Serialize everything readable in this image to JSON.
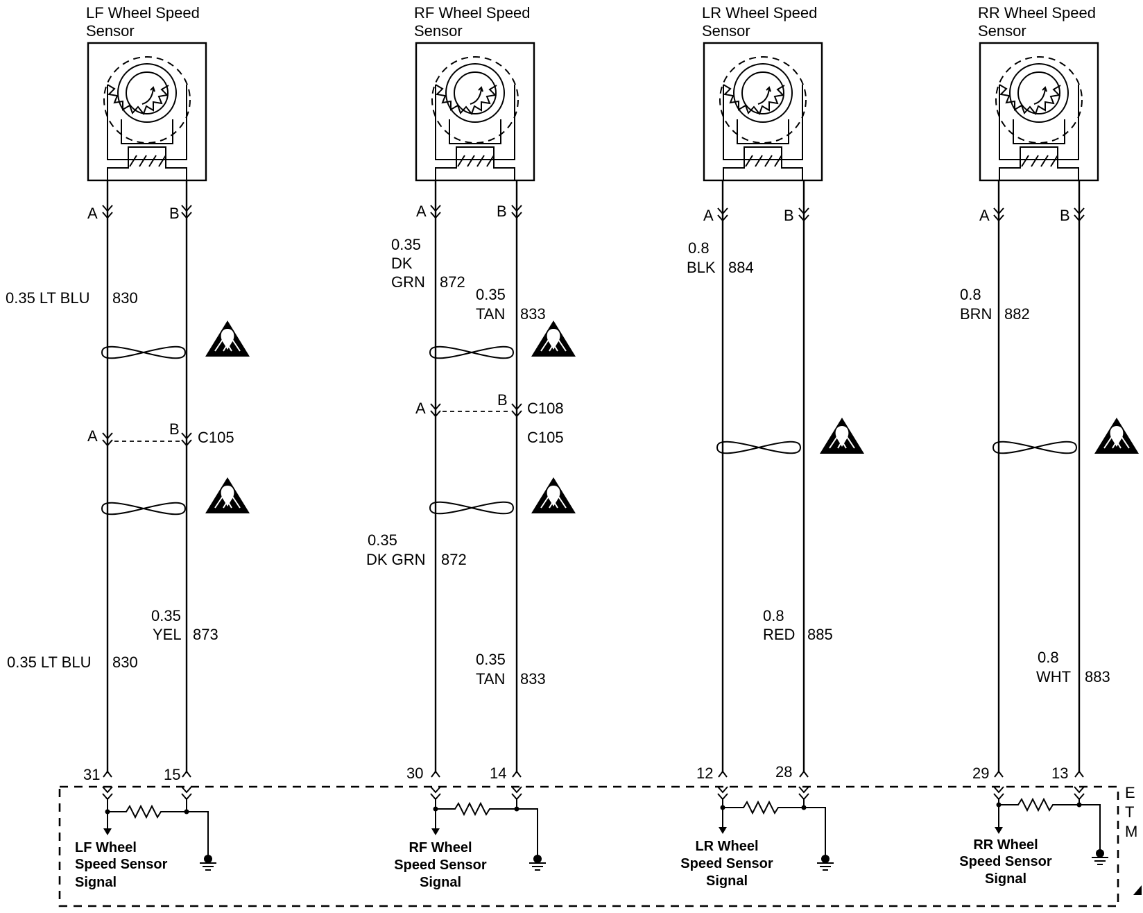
{
  "sensors": [
    {
      "title_line1": "LF Wheel Speed",
      "title_line2": "Sensor",
      "pin_a": "A",
      "pin_b": "B"
    },
    {
      "title_line1": "RF Wheel Speed",
      "title_line2": "Sensor",
      "pin_a": "A",
      "pin_b": "B"
    },
    {
      "title_line1": "LR Wheel Speed",
      "title_line2": "Sensor",
      "pin_a": "A",
      "pin_b": "B"
    },
    {
      "title_line1": "RR Wheel Speed",
      "title_line2": "Sensor",
      "pin_a": "A",
      "pin_b": "B"
    }
  ],
  "wires": {
    "lf_a_top": {
      "size_color": "0.35 LT BLU",
      "circuit": "830"
    },
    "lf_a_bottom": {
      "size_color": "0.35 LT BLU",
      "circuit": "830"
    },
    "lf_b_bottom": {
      "size": "0.35",
      "color": "YEL",
      "circuit": "873"
    },
    "rf_a_top": {
      "size": "0.35",
      "color_line1": "DK",
      "color_line2": "GRN",
      "circuit": "872"
    },
    "rf_b_top": {
      "size": "0.35",
      "color": "TAN",
      "circuit": "833"
    },
    "rf_a_bottom": {
      "size": "0.35",
      "color": "DK GRN",
      "circuit": "872"
    },
    "rf_b_bottom": {
      "size": "0.35",
      "color": "TAN",
      "circuit": "833"
    },
    "lr_a": {
      "size": "0.8",
      "color": "BLK",
      "circuit": "884"
    },
    "lr_b": {
      "size": "0.8",
      "color": "RED",
      "circuit": "885"
    },
    "rr_a": {
      "size": "0.8",
      "color": "BRN",
      "circuit": "882"
    },
    "rr_b": {
      "size": "0.8",
      "color": "WHT",
      "circuit": "883"
    }
  },
  "connectors": {
    "lf": {
      "pin_a": "A",
      "pin_b": "B",
      "name": "C105"
    },
    "rf": {
      "pin_a": "A",
      "pin_b": "B",
      "name": "C108",
      "name2": "C105"
    }
  },
  "module_pins": {
    "lf": {
      "a": "31",
      "b": "15"
    },
    "rf": {
      "a": "30",
      "b": "14"
    },
    "lr": {
      "a": "12",
      "b": "28"
    },
    "rr": {
      "a": "29",
      "b": "13"
    }
  },
  "module_signals": [
    {
      "line1": "LF Wheel",
      "line2": "Speed Sensor",
      "line3": "Signal"
    },
    {
      "line1": "RF Wheel",
      "line2": "Speed Sensor",
      "line3": "Signal"
    },
    {
      "line1": "LR Wheel",
      "line2": "Speed Sensor",
      "line3": "Signal"
    },
    {
      "line1": "RR Wheel",
      "line2": "Speed Sensor",
      "line3": "Signal"
    }
  ],
  "module": {
    "name_l1": "E",
    "name_l2": "T",
    "name_l3": "M"
  }
}
